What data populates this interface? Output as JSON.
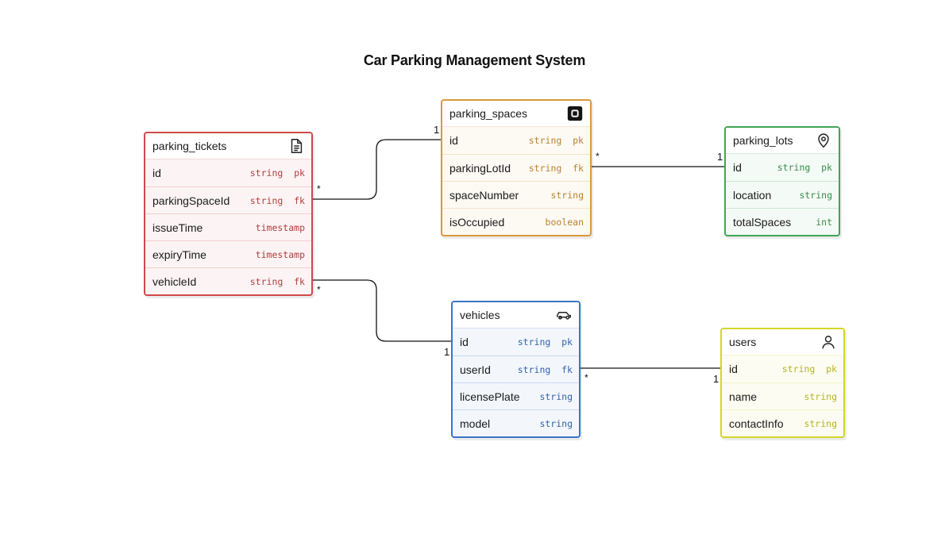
{
  "diagram": {
    "title": "Car Parking Management System",
    "entities": [
      {
        "id": "parking_tickets",
        "name": "parking_tickets",
        "icon": "document-icon",
        "color": "#d0484a",
        "fields": [
          {
            "name": "id",
            "type": "string",
            "key": "pk"
          },
          {
            "name": "parkingSpaceId",
            "type": "string",
            "key": "fk"
          },
          {
            "name": "issueTime",
            "type": "timestamp",
            "key": ""
          },
          {
            "name": "expiryTime",
            "type": "timestamp",
            "key": ""
          },
          {
            "name": "vehicleId",
            "type": "string",
            "key": "fk"
          }
        ]
      },
      {
        "id": "parking_spaces",
        "name": "parking_spaces",
        "icon": "square-stop-icon",
        "color": "#d89a3a",
        "fields": [
          {
            "name": "id",
            "type": "string",
            "key": "pk"
          },
          {
            "name": "parkingLotId",
            "type": "string",
            "key": "fk"
          },
          {
            "name": "spaceNumber",
            "type": "string",
            "key": ""
          },
          {
            "name": "isOccupied",
            "type": "boolean",
            "key": ""
          }
        ]
      },
      {
        "id": "parking_lots",
        "name": "parking_lots",
        "icon": "map-pin-icon",
        "color": "#3fa657",
        "fields": [
          {
            "name": "id",
            "type": "string",
            "key": "pk"
          },
          {
            "name": "location",
            "type": "string",
            "key": ""
          },
          {
            "name": "totalSpaces",
            "type": "int",
            "key": ""
          }
        ]
      },
      {
        "id": "vehicles",
        "name": "vehicles",
        "icon": "car-icon",
        "color": "#3b74c8",
        "fields": [
          {
            "name": "id",
            "type": "string",
            "key": "pk"
          },
          {
            "name": "userId",
            "type": "string",
            "key": "fk"
          },
          {
            "name": "licensePlate",
            "type": "string",
            "key": ""
          },
          {
            "name": "model",
            "type": "string",
            "key": ""
          }
        ]
      },
      {
        "id": "users",
        "name": "users",
        "icon": "user-icon",
        "color": "#d4d42a",
        "fields": [
          {
            "name": "id",
            "type": "string",
            "key": "pk"
          },
          {
            "name": "name",
            "type": "string",
            "key": ""
          },
          {
            "name": "contactInfo",
            "type": "string",
            "key": ""
          }
        ]
      }
    ],
    "relationships": [
      {
        "from": "parking_tickets.parkingSpaceId",
        "to": "parking_spaces.id",
        "from_card": "*",
        "to_card": "1"
      },
      {
        "from": "parking_tickets.vehicleId",
        "to": "vehicles.id",
        "from_card": "*",
        "to_card": "1"
      },
      {
        "from": "parking_spaces.parkingLotId",
        "to": "parking_lots.id",
        "from_card": "*",
        "to_card": "1"
      },
      {
        "from": "vehicles.userId",
        "to": "users.id",
        "from_card": "*",
        "to_card": "1"
      }
    ]
  }
}
